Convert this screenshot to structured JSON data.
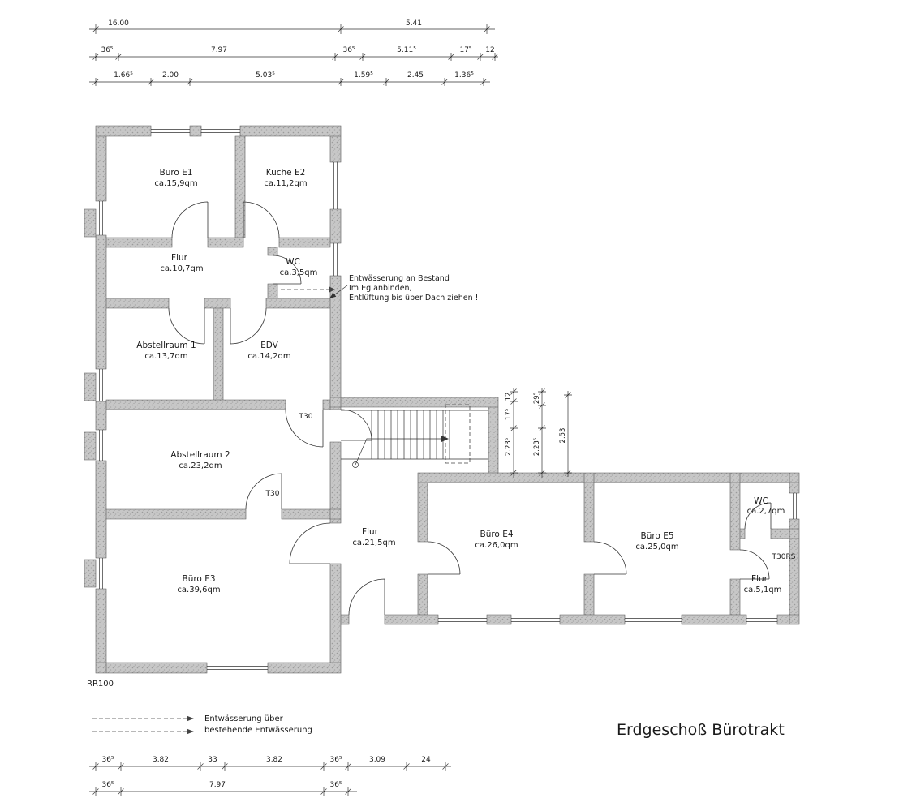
{
  "title": "Erdgeschoß Bürotrakt",
  "rooms": [
    {
      "name": "Büro E1",
      "area": "ca.15,9qm"
    },
    {
      "name": "Küche E2",
      "area": "ca.11,2qm"
    },
    {
      "name": "Flur",
      "area": "ca.10,7qm"
    },
    {
      "name": "WC",
      "area": "ca.3,5qm"
    },
    {
      "name": "Abstellraum 1",
      "area": "ca.13,7qm"
    },
    {
      "name": "EDV",
      "area": "ca.14,2qm"
    },
    {
      "name": "Abstellraum 2",
      "area": "ca.23,2qm"
    },
    {
      "name": "Büro E3",
      "area": "ca.39,6qm"
    },
    {
      "name": "Flur",
      "area": "ca.21,5qm"
    },
    {
      "name": "Büro E4",
      "area": "ca.26,0qm"
    },
    {
      "name": "Büro E5",
      "area": "ca.25,0qm"
    },
    {
      "name": "WC",
      "area": "ca.2,7qm"
    },
    {
      "name": "Flur",
      "area": "ca.5,1qm"
    }
  ],
  "doors": {
    "t30_a": "T30",
    "t30_b": "T30",
    "t30rs": "T30RS"
  },
  "marks": {
    "rr": "RR100"
  },
  "note": {
    "l1": "Entwässerung an Bestand",
    "l2": "Im Eg anbinden,",
    "l3": "Entlüftung bis über Dach ziehen !"
  },
  "legend": {
    "l1": "Entwässerung über",
    "l2": "bestehende Entwässerung"
  },
  "dims": {
    "top1": [
      "16.00",
      "5.41"
    ],
    "top2": [
      "36⁵",
      "7.97",
      "36⁵",
      "5.11⁵",
      "17⁵",
      "12"
    ],
    "top3": [
      "1.66⁵",
      "2.00",
      "5.03⁵",
      "1.59⁵",
      "2.45",
      "1.36⁵"
    ],
    "stair_v1": [
      "12",
      "17⁵",
      "2.23⁵"
    ],
    "stair_v2": [
      "29⁵",
      "2.23⁵"
    ],
    "stair_v3": [
      "2.53"
    ],
    "bottom1": [
      "36⁵",
      "3.82",
      "33",
      "3.82",
      "36⁵",
      "3.09",
      "24"
    ],
    "bottom2": [
      "36⁵",
      "7.97",
      "36⁵"
    ]
  }
}
